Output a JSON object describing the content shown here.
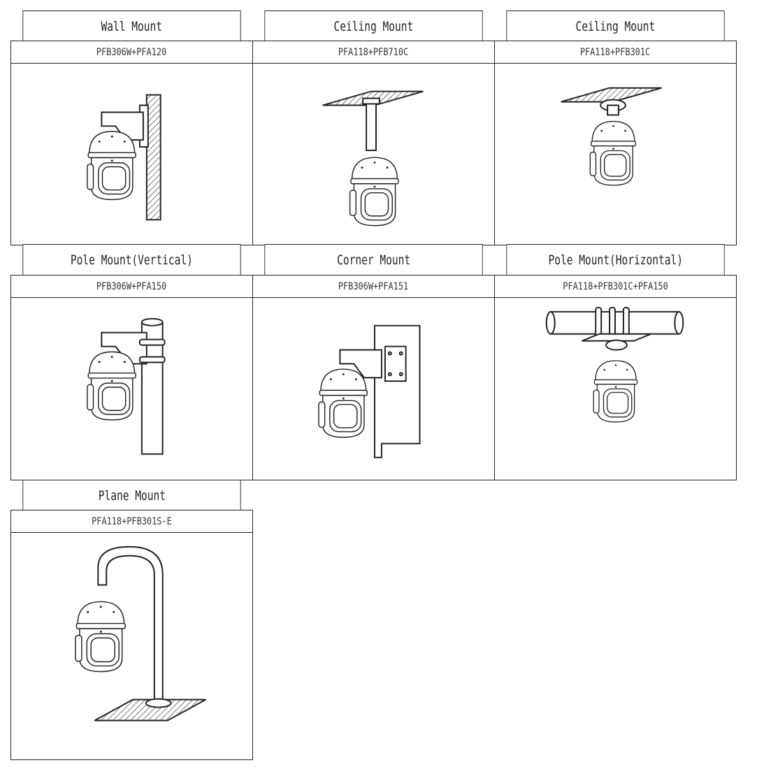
{
  "mounts": [
    {
      "title": "Wall Mount",
      "model": "PFB306W+PFA120",
      "drawing": "wall-mount"
    },
    {
      "title": "Ceiling Mount",
      "model": "PFA118+PFB710C",
      "drawing": "ceiling-mount-pendant"
    },
    {
      "title": "Ceiling Mount",
      "model": "PFA118+PFB301C",
      "drawing": "ceiling-mount-direct"
    },
    {
      "title": "Pole Mount(Vertical)",
      "model": "PFB306W+PFA150",
      "drawing": "pole-mount-vertical"
    },
    {
      "title": "Corner Mount",
      "model": "PFB306W+PFA151",
      "drawing": "corner-mount"
    },
    {
      "title": "Pole Mount(Horizontal)",
      "model": "PFA118+PFB301C+PFA150",
      "drawing": "pole-mount-horizontal"
    },
    {
      "title": "Plane Mount",
      "model": "PFA118+PFB301S-E",
      "drawing": "plane-mount"
    }
  ]
}
